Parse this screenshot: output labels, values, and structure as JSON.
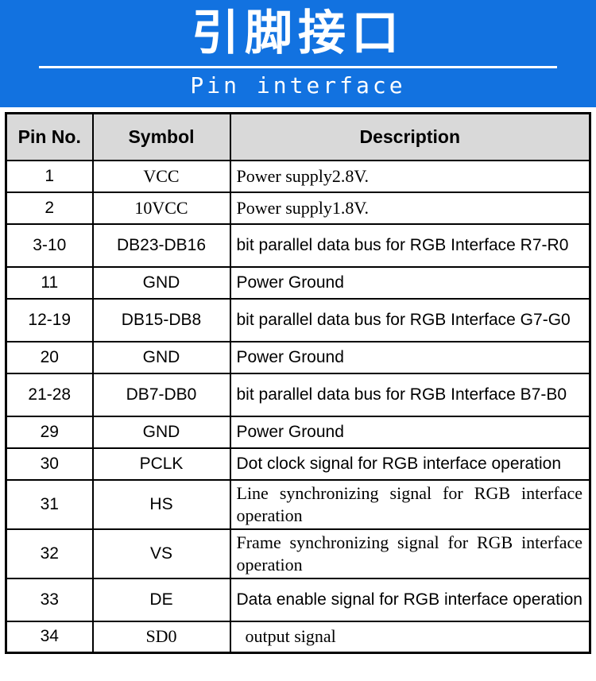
{
  "banner": {
    "title_zh": "引脚接口",
    "title_en": "Pin interface"
  },
  "colors": {
    "banner_blue": "#1272e0",
    "banner_text": "#ffffff",
    "header_gray": "#d9d9d9",
    "border_black": "#000000",
    "body_text": "#000000"
  },
  "table": {
    "columns": [
      "Pin No.",
      "Symbol",
      "Description"
    ],
    "rows": [
      {
        "pin": "1",
        "symbol": "VCC",
        "description": "Power supply2.8V.",
        "symbol_font": "serif",
        "description_font": "serif",
        "lines": 1,
        "indent": false
      },
      {
        "pin": "2",
        "symbol": "10VCC",
        "description": "Power supply1.8V.",
        "symbol_font": "serif",
        "description_font": "serif",
        "lines": 1,
        "indent": false
      },
      {
        "pin": "3-10",
        "symbol": "DB23-DB16",
        "description": "bit parallel data bus for RGB Interface R7-R0",
        "symbol_font": "sans",
        "description_font": "sans",
        "lines": 2,
        "indent": false
      },
      {
        "pin": "11",
        "symbol": "GND",
        "description": "Power Ground",
        "symbol_font": "sans",
        "description_font": "sans",
        "lines": 1,
        "indent": false
      },
      {
        "pin": "12-19",
        "symbol": "DB15-DB8",
        "description": "bit parallel data bus for RGB Interface G7-G0",
        "symbol_font": "sans",
        "description_font": "sans",
        "lines": 2,
        "indent": false
      },
      {
        "pin": "20",
        "symbol": "GND",
        "description": "Power Ground",
        "symbol_font": "sans",
        "description_font": "sans",
        "lines": 1,
        "indent": false
      },
      {
        "pin": "21-28",
        "symbol": "DB7-DB0",
        "description": "bit parallel data bus for RGB Interface B7-B0",
        "symbol_font": "sans",
        "description_font": "sans",
        "lines": 2,
        "indent": false
      },
      {
        "pin": "29",
        "symbol": "GND",
        "description": "Power Ground",
        "symbol_font": "sans",
        "description_font": "sans",
        "lines": 1,
        "indent": false
      },
      {
        "pin": "30",
        "symbol": "PCLK",
        "description": "Dot clock signal for RGB interface operation",
        "symbol_font": "sans",
        "description_font": "sans",
        "lines": 1,
        "indent": false
      },
      {
        "pin": "31",
        "symbol": "HS",
        "description": "Line synchronizing signal for RGB interface operation",
        "symbol_font": "sans",
        "description_font": "serif",
        "lines": 2,
        "indent": false
      },
      {
        "pin": "32",
        "symbol": "VS",
        "description": "Frame synchronizing signal for RGB interface operation",
        "symbol_font": "sans",
        "description_font": "serif",
        "lines": 2,
        "indent": false
      },
      {
        "pin": "33",
        "symbol": "DE",
        "description": "Data enable signal for RGB interface operation",
        "symbol_font": "sans",
        "description_font": "sans",
        "lines": 2,
        "indent": false
      },
      {
        "pin": "34",
        "symbol": "SD0",
        "description": "output signal",
        "symbol_font": "serif",
        "description_font": "serif",
        "lines": 1,
        "indent": true
      }
    ]
  }
}
